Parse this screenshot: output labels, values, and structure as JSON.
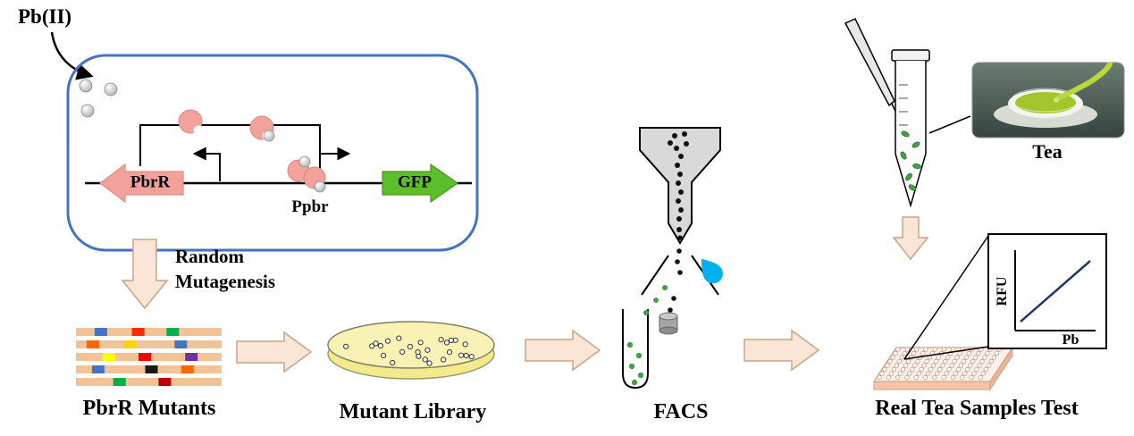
{
  "stage1": {
    "pb_label": "Pb(II)",
    "pbrr_gene_label": "PbrR",
    "gfp_gene_label": "GFP",
    "promoter_label": "Ppbr",
    "arrow_caption_line1": "Random",
    "arrow_caption_line2": "Mutagenesis"
  },
  "stage2": {
    "caption": "PbrR Mutants",
    "bars": [
      [
        {
          "pos": 0.14,
          "color": "#4472C4"
        },
        {
          "pos": 0.42,
          "color": "#FF2A00"
        },
        {
          "pos": 0.68,
          "color": "#00B050"
        }
      ],
      [
        {
          "pos": 0.08,
          "color": "#FF6600"
        },
        {
          "pos": 0.36,
          "color": "#FFD500"
        },
        {
          "pos": 0.74,
          "color": "#4472C4"
        }
      ],
      [
        {
          "pos": 0.2,
          "color": "#FFFF00"
        },
        {
          "pos": 0.47,
          "color": "#FF0000"
        },
        {
          "pos": 0.82,
          "color": "#7030A0"
        }
      ],
      [
        {
          "pos": 0.12,
          "color": "#4472C4"
        },
        {
          "pos": 0.52,
          "color": "#1A1A1A"
        },
        {
          "pos": 0.79,
          "color": "#FF6600"
        }
      ],
      [
        {
          "pos": 0.28,
          "color": "#00B050"
        },
        {
          "pos": 0.62,
          "color": "#C00000"
        }
      ]
    ]
  },
  "stage3": {
    "caption": "Mutant Library",
    "colony_count": 26
  },
  "stage4": {
    "caption": "FACS"
  },
  "stage5": {
    "caption": "Real Tea Samples Test",
    "tea_label": "Tea",
    "plate": {
      "rows": 8,
      "cols": 12
    },
    "inset_chart": {
      "type": "line",
      "ylabel": "RFU",
      "xlabel": "Pb",
      "trend": "increasing"
    }
  },
  "colors": {
    "cell_membrane_blue": "#4472C4",
    "pbrr_pink": "#F2A29A",
    "gfp_green": "#5CBE2A",
    "workflow_arrow_fill": "#FBE5D6",
    "workflow_arrow_stroke": "#C9A385",
    "mutant_bar_base": "#F2C396",
    "agar_yellow": "#F3EA8E",
    "droplet_blue": "#00B0F0",
    "sorted_cell_green": "#43A047",
    "tea_green": "#A4C52E",
    "trend_line_navy": "#203864"
  }
}
